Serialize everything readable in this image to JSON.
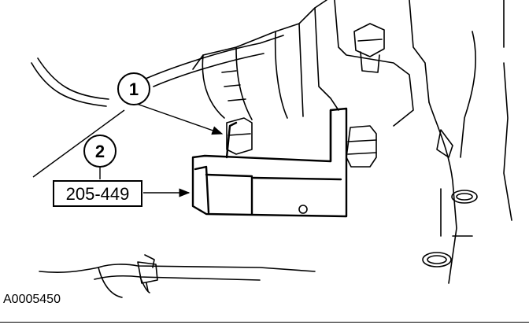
{
  "figure": {
    "callouts": [
      {
        "number": "1"
      },
      {
        "number": "2"
      }
    ],
    "tool_label": "205-449",
    "figure_id": "A0005450"
  }
}
